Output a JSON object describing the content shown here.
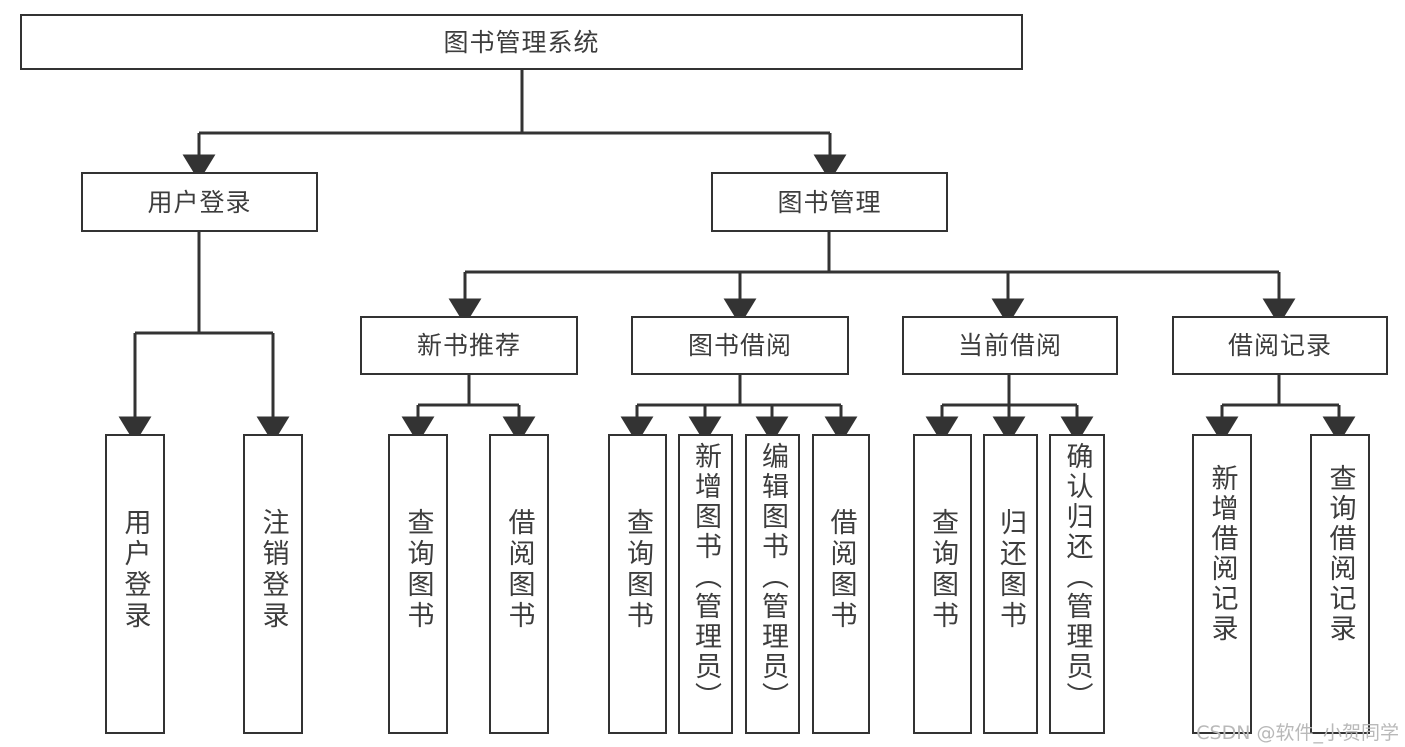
{
  "diagram": {
    "title": "图书管理系统",
    "watermark": "CSDN @软件_小贺同学",
    "colors": {
      "box_border": "#333333",
      "box_fill": "#ffffff",
      "edge": "#333333",
      "text": "#3d3d3d",
      "watermark": "#b9b9b9",
      "background": "#ffffff"
    },
    "nodes": {
      "root": {
        "label": "图书管理系统"
      },
      "level1": [
        {
          "label": "用户登录"
        },
        {
          "label": "图书管理"
        }
      ],
      "level2": [
        {
          "label": "新书推荐"
        },
        {
          "label": "图书借阅"
        },
        {
          "label": "当前借阅"
        },
        {
          "label": "借阅记录"
        }
      ],
      "leaves": {
        "user_login": [
          {
            "label": "用户登录"
          },
          {
            "label": "注销登录"
          }
        ],
        "new_book_recommend": [
          {
            "label": "查询图书"
          },
          {
            "label": "借阅图书"
          }
        ],
        "book_borrow": [
          {
            "label": "查询图书"
          },
          {
            "label": "新增图书（管理员）"
          },
          {
            "label": "编辑图书（管理员）"
          },
          {
            "label": "借阅图书"
          }
        ],
        "current_borrow": [
          {
            "label": "查询图书"
          },
          {
            "label": "归还图书"
          },
          {
            "label": "确认归还（管理员）"
          }
        ],
        "borrow_record": [
          {
            "label": "新增借阅记录"
          },
          {
            "label": "查询借阅记录"
          }
        ]
      }
    }
  }
}
